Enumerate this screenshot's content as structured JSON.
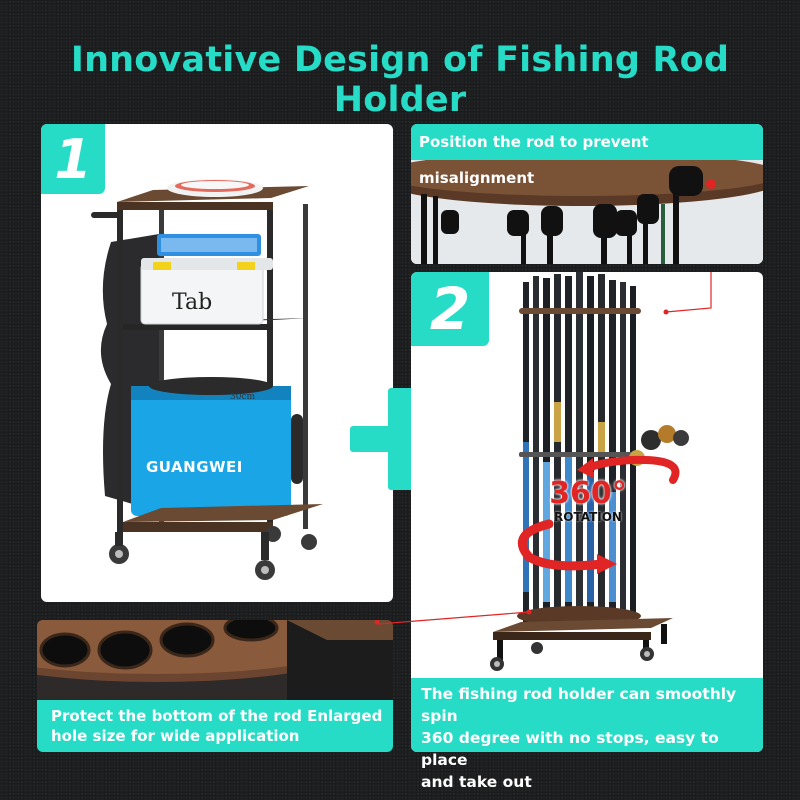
{
  "title": "Innovative Design of Fishing Rod Holder",
  "panel1": {
    "number": "1",
    "tackle_box_label": "Tab",
    "bag_label": "GUANGWEI",
    "bag_size": "30cm"
  },
  "panel2": {
    "number": "2",
    "rotation_number": "360",
    "rotation_degree": "°",
    "rotation_label": "ROTATION"
  },
  "callouts": {
    "top": "Position the rod to prevent misalignment",
    "bottom_left_line1": "Protect the bottom of the rod Enlarged",
    "bottom_left_line2": "hole size for wide application",
    "bottom_right_line1": "The fishing rod holder can smoothly spin",
    "bottom_right_line2": "360 degree with no stops, easy to place",
    "bottom_right_line3": "and take out"
  },
  "colors": {
    "accent": "#27dcc6",
    "background": "#1e2021",
    "wood": "#5a3a26",
    "bag_blue": "#1aa6e6",
    "arrow_red": "#e12424"
  },
  "icons": {
    "plus": "plus-icon",
    "rotation": "rotation-arrow-icon"
  }
}
